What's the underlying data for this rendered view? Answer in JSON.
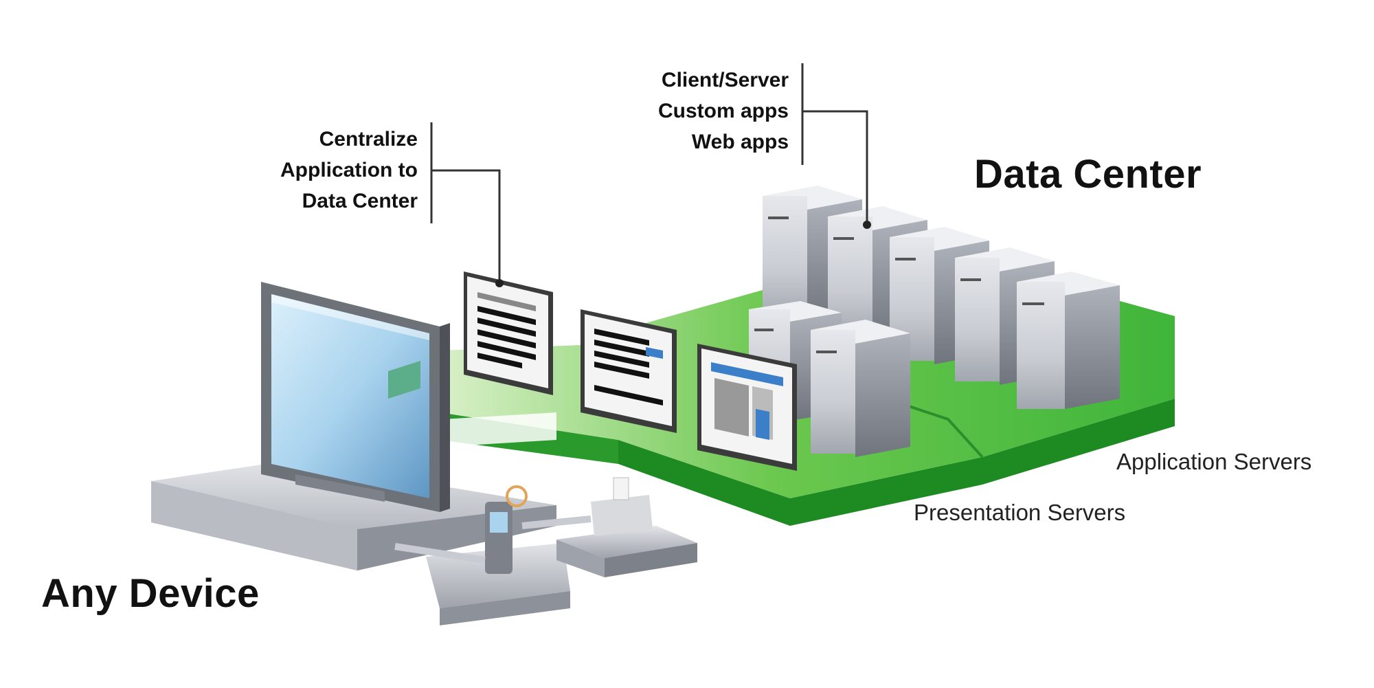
{
  "labels": {
    "data_center": "Data Center",
    "any_device": "Any Device",
    "application_servers": "Application Servers",
    "presentation_servers": "Presentation Servers"
  },
  "callout_apps": [
    "Client/Server",
    "Custom apps",
    "Web apps"
  ],
  "callout_centralize": [
    "Centralize",
    "Application to",
    "Data Center"
  ],
  "colors": {
    "platform_green": "#3fb53a",
    "platform_green_dark": "#1e8a22",
    "server_silver": "#cfd2d8",
    "monitor_blue": "#a9d3ee"
  }
}
